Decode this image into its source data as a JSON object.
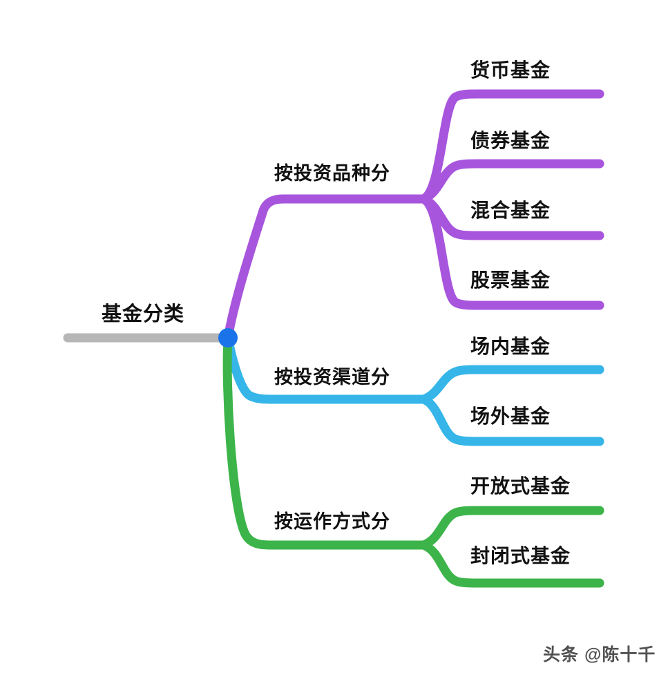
{
  "diagram": {
    "type": "mind-map",
    "title": "基金分类",
    "orientation": "left-to-right",
    "background_color": "#ffffff",
    "root": {
      "label": "基金分类",
      "stem_color": "#b6b6b6",
      "hub_color": "#1a73e8"
    },
    "branches": [
      {
        "label": "按投资品种分",
        "color": "#a855dd",
        "leaves": [
          {
            "label": "货币基金"
          },
          {
            "label": "债券基金"
          },
          {
            "label": "混合基金"
          },
          {
            "label": "股票基金"
          }
        ]
      },
      {
        "label": "按投资渠道分",
        "color": "#35b5e8",
        "leaves": [
          {
            "label": "场内基金"
          },
          {
            "label": "场外基金"
          }
        ]
      },
      {
        "label": "按运作方式分",
        "color": "#3cb44a",
        "leaves": [
          {
            "label": "开放式基金"
          },
          {
            "label": "封闭式基金"
          }
        ]
      }
    ]
  },
  "watermark": {
    "text": "头条 @陈十千"
  }
}
